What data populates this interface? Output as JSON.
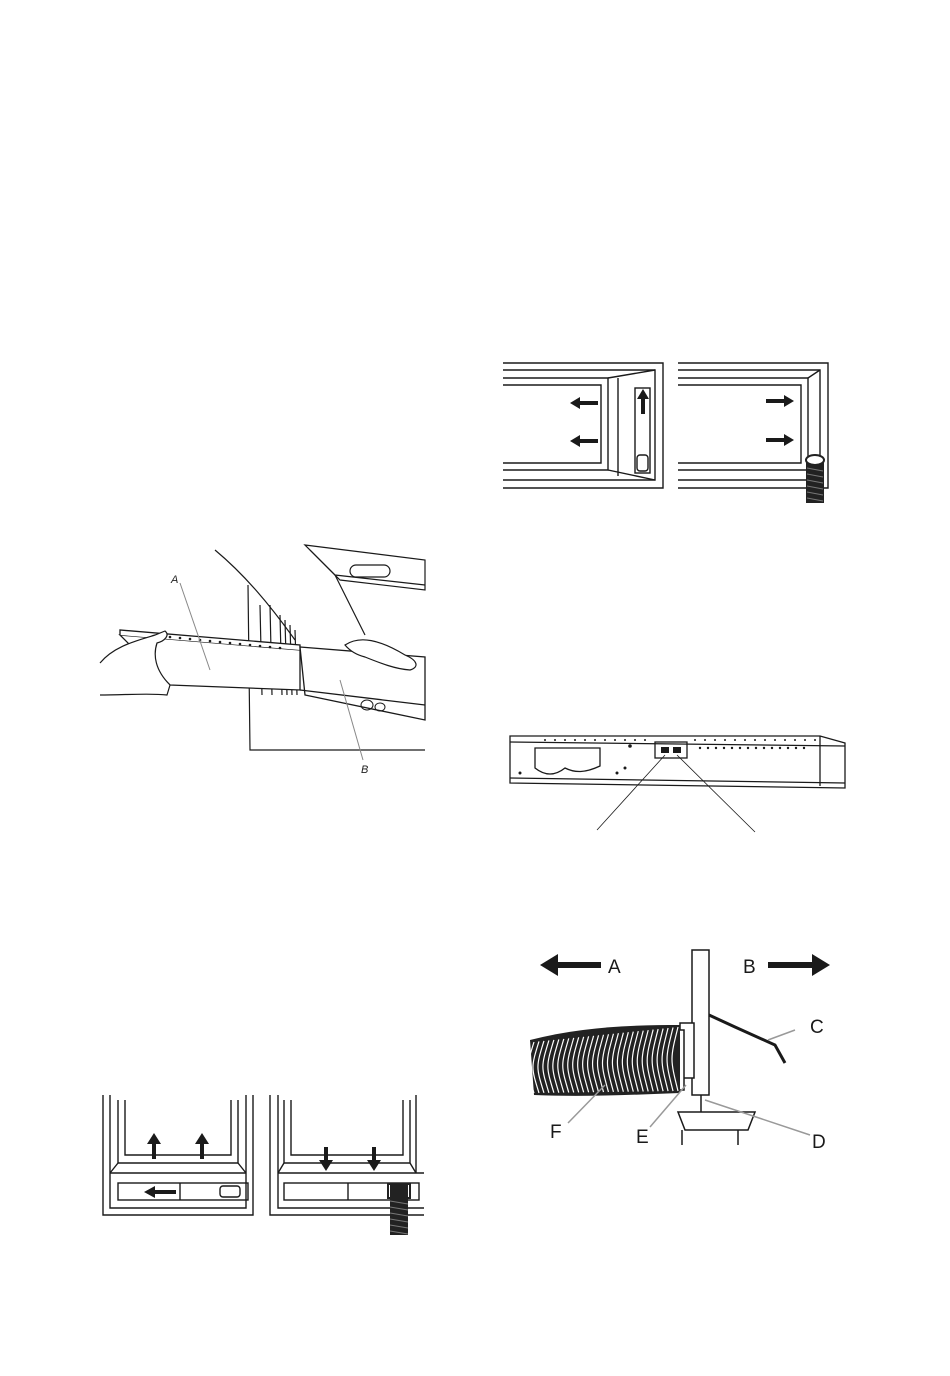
{
  "slider_figure": {
    "label_a": "A",
    "label_b": "B"
  },
  "hose_figure": {
    "label_a": "A",
    "label_b": "B",
    "label_c": "C",
    "label_d": "D",
    "label_e": "E",
    "label_f": "F"
  }
}
